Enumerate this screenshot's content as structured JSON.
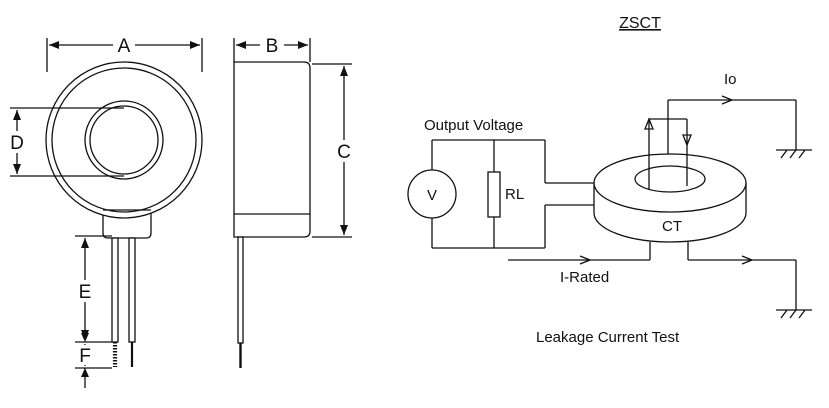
{
  "drawing": {
    "dimension_labels": {
      "a": "A",
      "b": "B",
      "c": "C",
      "d": "D",
      "e": "E",
      "f": "F"
    }
  },
  "schematic": {
    "title": "ZSCT",
    "output_voltage": "Output Voltage",
    "voltmeter": "V",
    "load_resistor": "RL",
    "io": "Io",
    "ct": "CT",
    "i_rated": "I-Rated",
    "caption": "Leakage Current Test"
  },
  "colors": {
    "ink": "#111111",
    "ring_fill": "#ffffff",
    "background": "#ffffff"
  }
}
